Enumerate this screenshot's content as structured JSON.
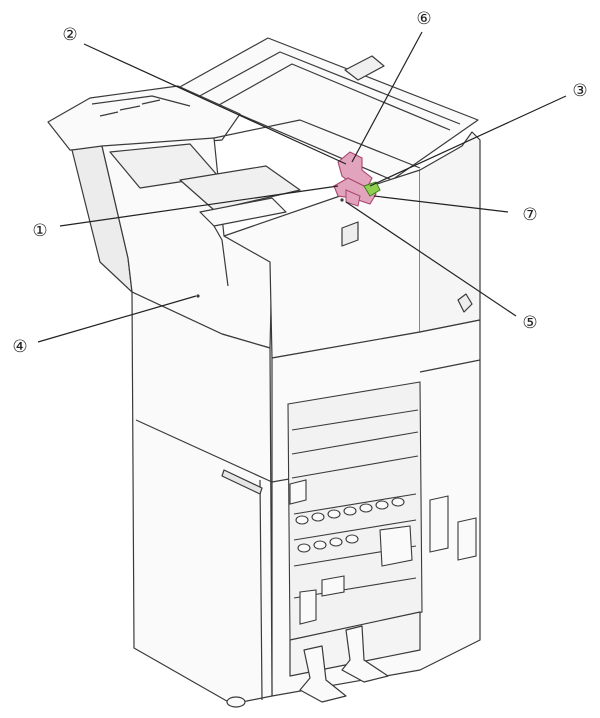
{
  "colors": {
    "outline": "#3a3a3a",
    "panel_fill": "#fafafa",
    "shade_fill": "#ececec",
    "highlight_part": "#e2a3bd",
    "highlight_edge": "#a8446e",
    "lever_green": "#8fd14f"
  },
  "callouts": [
    {
      "id": "1",
      "label": "①"
    },
    {
      "id": "2",
      "label": "②"
    },
    {
      "id": "3",
      "label": "③"
    },
    {
      "id": "4",
      "label": "④"
    },
    {
      "id": "5",
      "label": "⑤"
    },
    {
      "id": "6",
      "label": "⑥"
    },
    {
      "id": "7",
      "label": "⑦"
    }
  ]
}
